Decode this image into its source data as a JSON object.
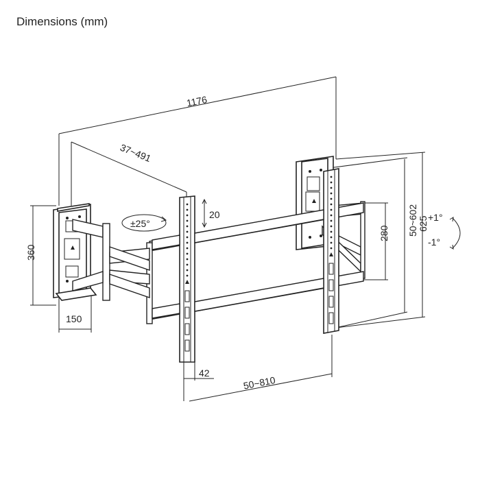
{
  "title": "Dimensions (mm)",
  "dimensions": {
    "overall_width": "1176",
    "arm_extension": "37~491",
    "height_adjust": "20",
    "swivel": "±25°",
    "wall_plate_height": "360",
    "wall_plate_width": "150",
    "rail_spacing": "280",
    "vesa_vertical": "50~602",
    "overall_height": "625",
    "tilt_up": "+1°",
    "tilt_down": "-1°",
    "bracket_width": "42",
    "vesa_horizontal": "50~810"
  }
}
